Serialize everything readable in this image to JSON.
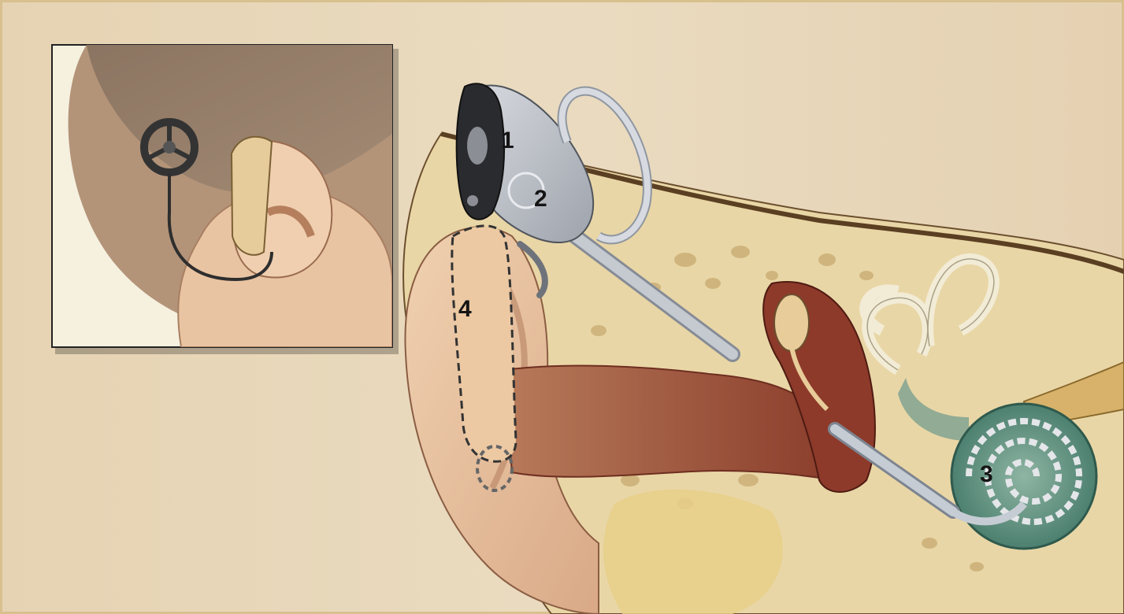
{
  "figure": {
    "labels": {
      "1": "1",
      "2": "2",
      "3": "3",
      "4": "4"
    },
    "icons": [
      "inset-head-icon",
      "coil-transmitter-icon",
      "speech-processor-icon",
      "electrode-array-icon",
      "cochlea-icon",
      "ear-canal-icon",
      "middle-ear-icon"
    ],
    "colors": {
      "background": "#e8d7b9",
      "skin": "#e9c4a2",
      "bone": "#eadab0",
      "device_gray": "#b8bcc4",
      "cochlea_green": "#5f8f7d",
      "middle_ear_red": "#8d3a2a"
    }
  }
}
